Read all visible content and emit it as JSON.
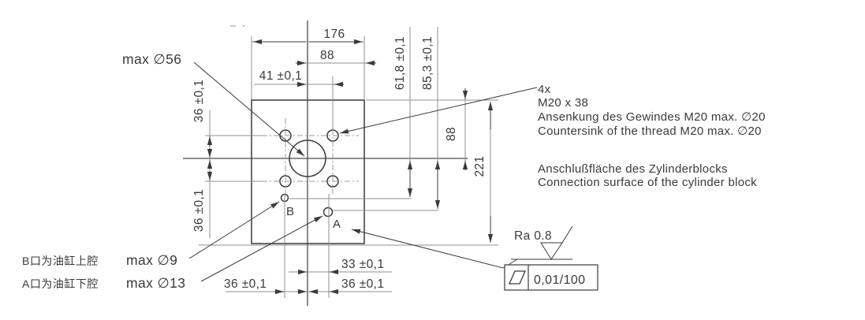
{
  "colors": {
    "line": "#3a3a3a",
    "dim_line": "#8f8f8f",
    "background": "#ffffff"
  },
  "dimensions": {
    "width_total": "176",
    "width_half": "88",
    "hole_offset_right": "41 ±0,1",
    "b_row_offset": "61,8 ±0,1",
    "a_row_offset": "85,3 ±0,1",
    "top_to_center": "88",
    "height_total": "221",
    "row_top": "36 ±0,1",
    "row_bottom": "36 ±0,1",
    "a_col_offset": "33 ±0,1",
    "b_col_dim": "36 ±0,1",
    "a_col_dim": "36 ±0,1"
  },
  "callouts": {
    "max_bore": "max ∅56",
    "max_b": "max ∅9",
    "max_a": "max ∅13",
    "holes_count": "4x",
    "thread": "M20 x 38",
    "countersink_de": "Ansenkung des Gewindes M20 max. ∅20",
    "countersink_en": "Countersink of the thread M20 max. ∅20",
    "surface_de": "Anschlußfläche des Zylinderblocks",
    "surface_en": "Connection surface of the cylinder block",
    "port_b_cn": "B口为油缸上腔",
    "port_a_cn": "A口为油缸下腔"
  },
  "hole_labels": {
    "b": "B",
    "a": "A"
  },
  "surface_finish": {
    "roughness": "Ra 0.8",
    "flatness": "0,01/100"
  }
}
